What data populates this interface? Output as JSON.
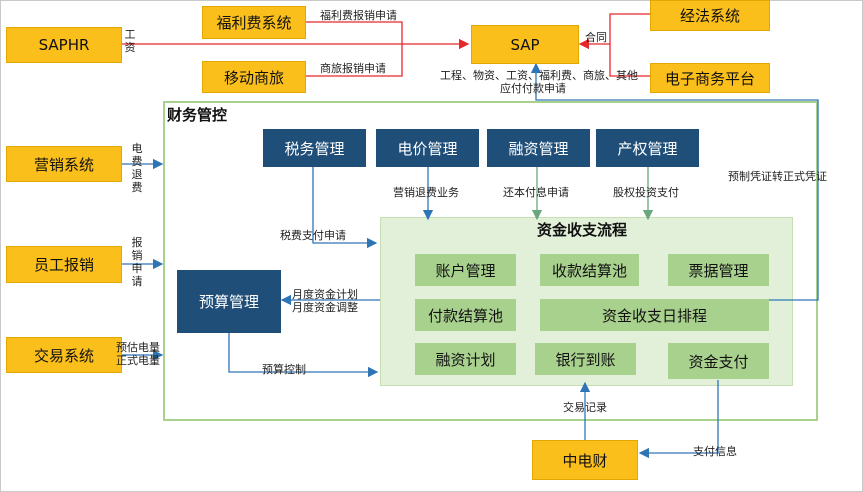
{
  "top": {
    "saphr": "SAPHR",
    "welfare": "福利费系统",
    "travel": "移动商旅",
    "sap": "SAP",
    "econlaw": "经法系统",
    "ecommerce": "电子商务平台"
  },
  "left": {
    "marketing": "营销系统",
    "employee_reimb": "员工报销",
    "trading": "交易系统"
  },
  "finance": {
    "title": "财务管控",
    "tax": "税务管理",
    "price": "电价管理",
    "financing": "融资管理",
    "equity": "产权管理",
    "budget": "预算管理"
  },
  "fund": {
    "title": "资金收支流程",
    "account": "账户管理",
    "collection": "收款结算池",
    "bills": "票据管理",
    "payment_pool": "付款结算池",
    "daily_schedule": "资金收支日排程",
    "fin_plan": "融资计划",
    "bank_arrival": "银行到账",
    "fund_payment": "资金支付"
  },
  "bottom": {
    "zhongdiancai": "中电财"
  },
  "labels": {
    "salary": "工资",
    "welfare_req": "福利费报销申请",
    "travel_req": "商旅报销申请",
    "contract": "合同",
    "sap_items_line1": "工程、物资、工资、福利费、商旅、其他",
    "sap_items_line2": "应付付款申请",
    "voucher": "预制凭证转正式凭证",
    "elec_refund": "电费退费",
    "reimb_req": "报销申请",
    "est_power": "预估电量",
    "formal_power": "正式电量",
    "marketing_refund": "营销退费业务",
    "repay": "还本付息申请",
    "equity_invest": "股权投资支付",
    "tax_pay": "税费支付申请",
    "monthly_plan": "月度资金计划",
    "monthly_adjust": "月度资金调整",
    "budget_control": "预算控制",
    "trade_record": "交易记录",
    "pay_info": "支付信息"
  },
  "colors": {
    "red_arrow": "#e8272c",
    "blue_arrow": "#2e75b6",
    "green_arrow": "#6aa77f",
    "navy": "#1f4e79",
    "yellow": "#fbbf1c",
    "green_box": "#a9d18e"
  }
}
